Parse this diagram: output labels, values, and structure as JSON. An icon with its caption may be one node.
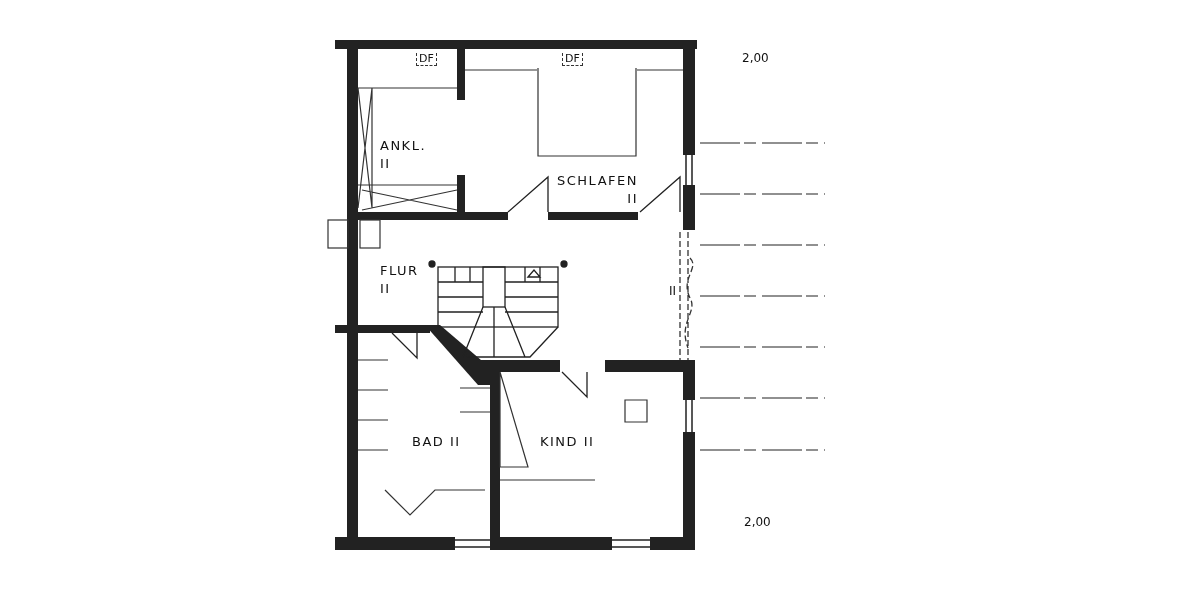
{
  "diagram": {
    "nodes": [
      {
        "text": [
          "ANKL. II"
        ]
      },
      {
        "text": [
          "SCHLAFEN II"
        ]
      },
      {
        "text": [
          "FLUR II"
        ]
      },
      {
        "text": [
          "BAD II"
        ]
      },
      {
        "text": [
          "KIND II"
        ]
      }
    ],
    "labels": [
      "DF",
      "DF",
      "II",
      "2,00",
      "2,00"
    ]
  }
}
